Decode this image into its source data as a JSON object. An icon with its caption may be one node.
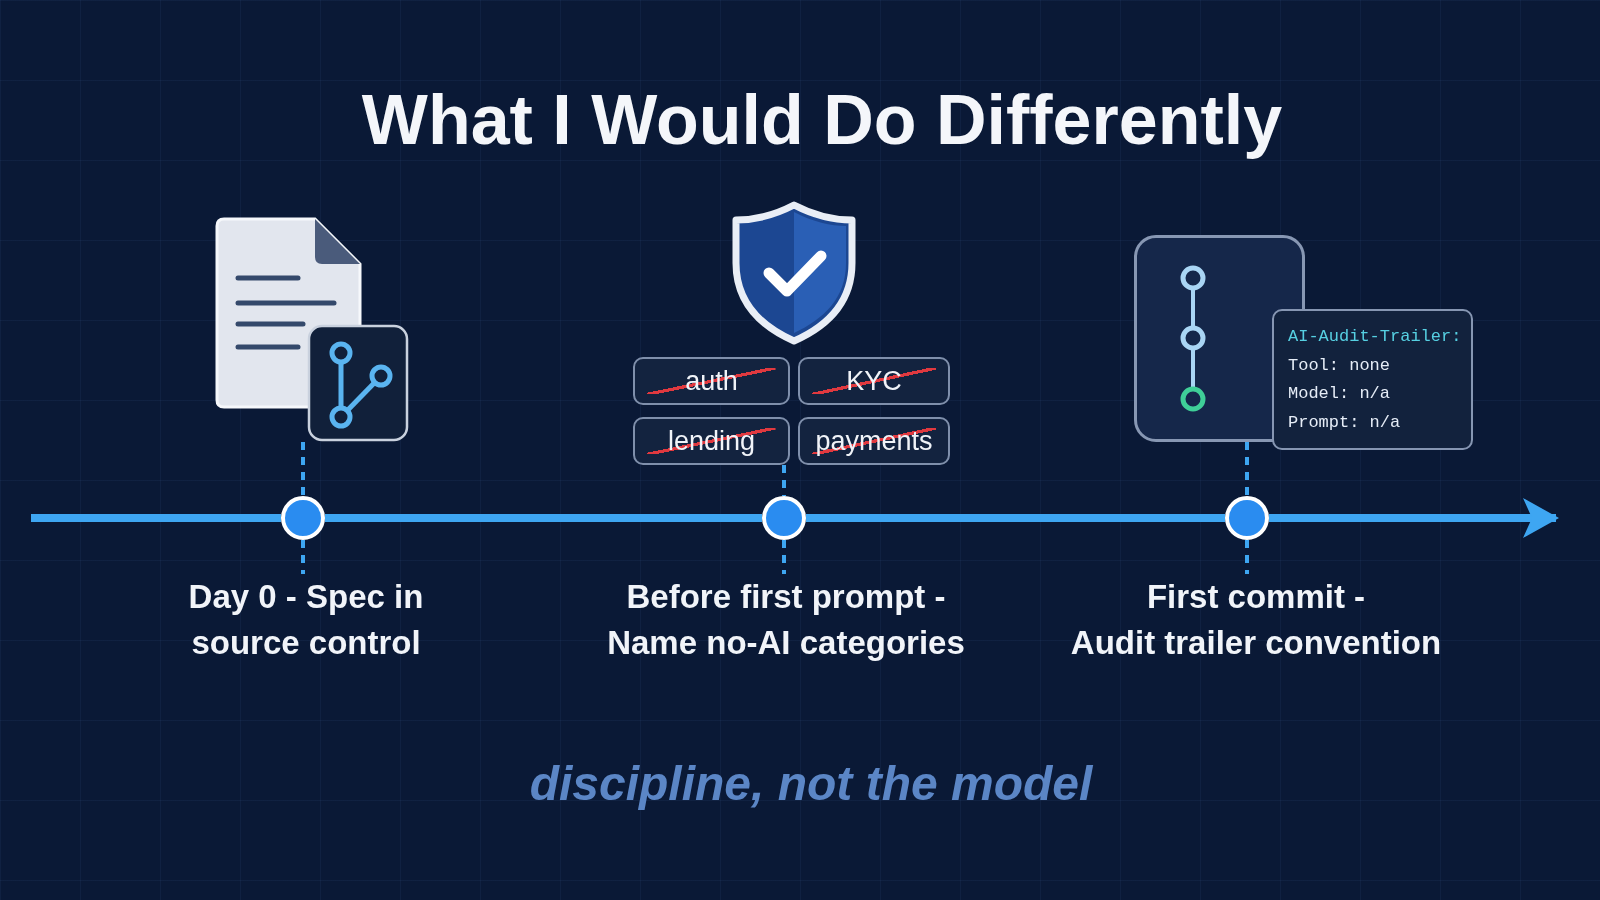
{
  "diagram": {
    "title": "What I Would Do Differently",
    "caption": "discipline, not the model",
    "nodes": [
      {
        "text": [],
        "shape": "picture"
      },
      {
        "text": [],
        "shape": "picture"
      },
      {
        "text": [
          "auth"
        ]
      },
      {
        "text": [
          "KYC"
        ]
      },
      {
        "text": [
          "lending"
        ]
      },
      {
        "text": [
          "payments"
        ]
      },
      {
        "text": [],
        "shape": "box"
      },
      {
        "text": [
          "AI-Audit-Trailer:",
          "Tool: none",
          "Model: n/a",
          "Prompt: n/a"
        ]
      },
      {
        "text": [],
        "shape": "circle"
      },
      {
        "text": [],
        "shape": "circle"
      },
      {
        "text": [],
        "shape": "circle"
      },
      {
        "text": [
          "Day 0 - Spec in source control"
        ]
      },
      {
        "text": [
          "Before first prompt -",
          "Name no-AI categories"
        ]
      },
      {
        "text": [
          "First commit -",
          "Audit trailer convention"
        ]
      }
    ],
    "edges": [
      {
        "from": null,
        "to": 8,
        "arrow": "none",
        "style": "thick"
      },
      {
        "from": 8,
        "to": 9,
        "arrow": "none",
        "style": "thick"
      },
      {
        "from": 9,
        "to": 10,
        "arrow": "none",
        "style": "thick"
      },
      {
        "from": 10,
        "to": null,
        "arrow": "to",
        "style": "thick"
      },
      {
        "from": 0,
        "to": 8,
        "arrow": "none",
        "style": "dashed"
      },
      {
        "from": 4,
        "to": 9,
        "arrow": "none",
        "style": "dashed"
      },
      {
        "from": 6,
        "to": 10,
        "arrow": "none",
        "style": "dashed"
      },
      {
        "from": 8,
        "to": 11,
        "arrow": "none",
        "style": "dashed"
      },
      {
        "from": 9,
        "to": 12,
        "arrow": "none",
        "style": "dashed"
      },
      {
        "from": 10,
        "to": 13,
        "arrow": "none",
        "style": "dashed"
      }
    ]
  }
}
